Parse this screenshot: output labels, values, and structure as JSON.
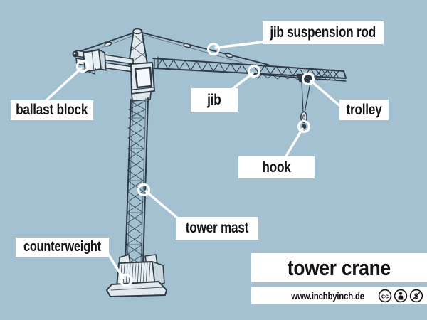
{
  "title": {
    "text": "tower crane"
  },
  "footer": {
    "url": "www.inchbyinch.de",
    "icons": [
      "cc-icon",
      "cc-attribution-icon",
      "cc-noncommercial-icon"
    ]
  },
  "labels": {
    "ballast_block": "ballast block",
    "jib_suspension_rod": "jib suspension rod",
    "jib": "jib",
    "trolley": "trolley",
    "hook": "hook",
    "tower_mast": "tower mast",
    "counterweight": "counterweight"
  },
  "colors": {
    "background": "#a4c1d2",
    "label_background": "#ffffff",
    "label_text": "#141414",
    "sketch_line": "#2e3a45",
    "sketch_fill": "#e2eaef",
    "connector": "#ffffff"
  }
}
